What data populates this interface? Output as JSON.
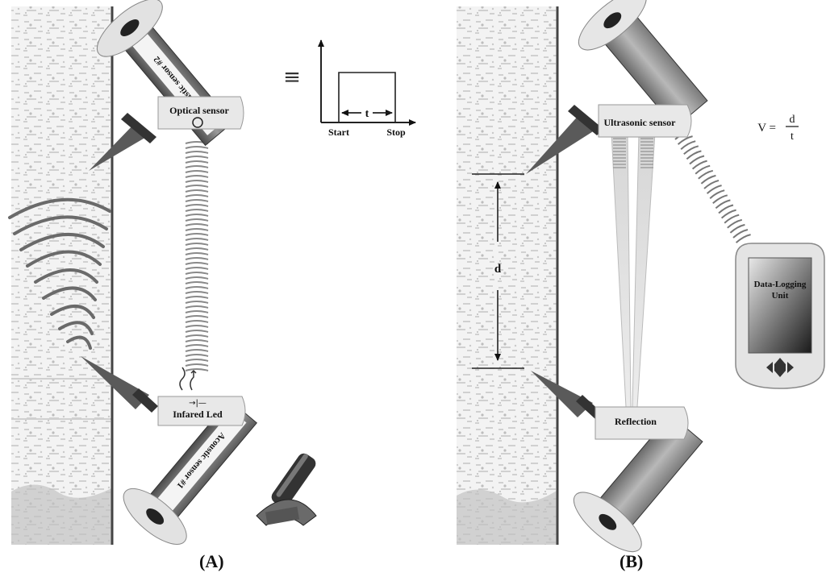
{
  "panel_a": {
    "caption": "(A)",
    "acoustic_sensor_2": "Acoustic sensor #2",
    "optical_sensor": "Optical sensor",
    "infrared_led": "Infared Led",
    "acoustic_sensor_1": "Acoustic sensor #1",
    "equiv_symbol": "≡",
    "timing": {
      "t_label": "t",
      "start_label": "Start",
      "stop_label": "Stop"
    }
  },
  "panel_b": {
    "caption": "(B)",
    "ultrasonic_sensor": "Ultrasonic sensor",
    "reflection": "Reflection",
    "distance_label": "d",
    "formula": {
      "lhs": "V =",
      "numerator": "d",
      "denominator": "t"
    },
    "data_logging_unit": {
      "line1": "Data-Logging",
      "line2": "Unit"
    }
  }
}
